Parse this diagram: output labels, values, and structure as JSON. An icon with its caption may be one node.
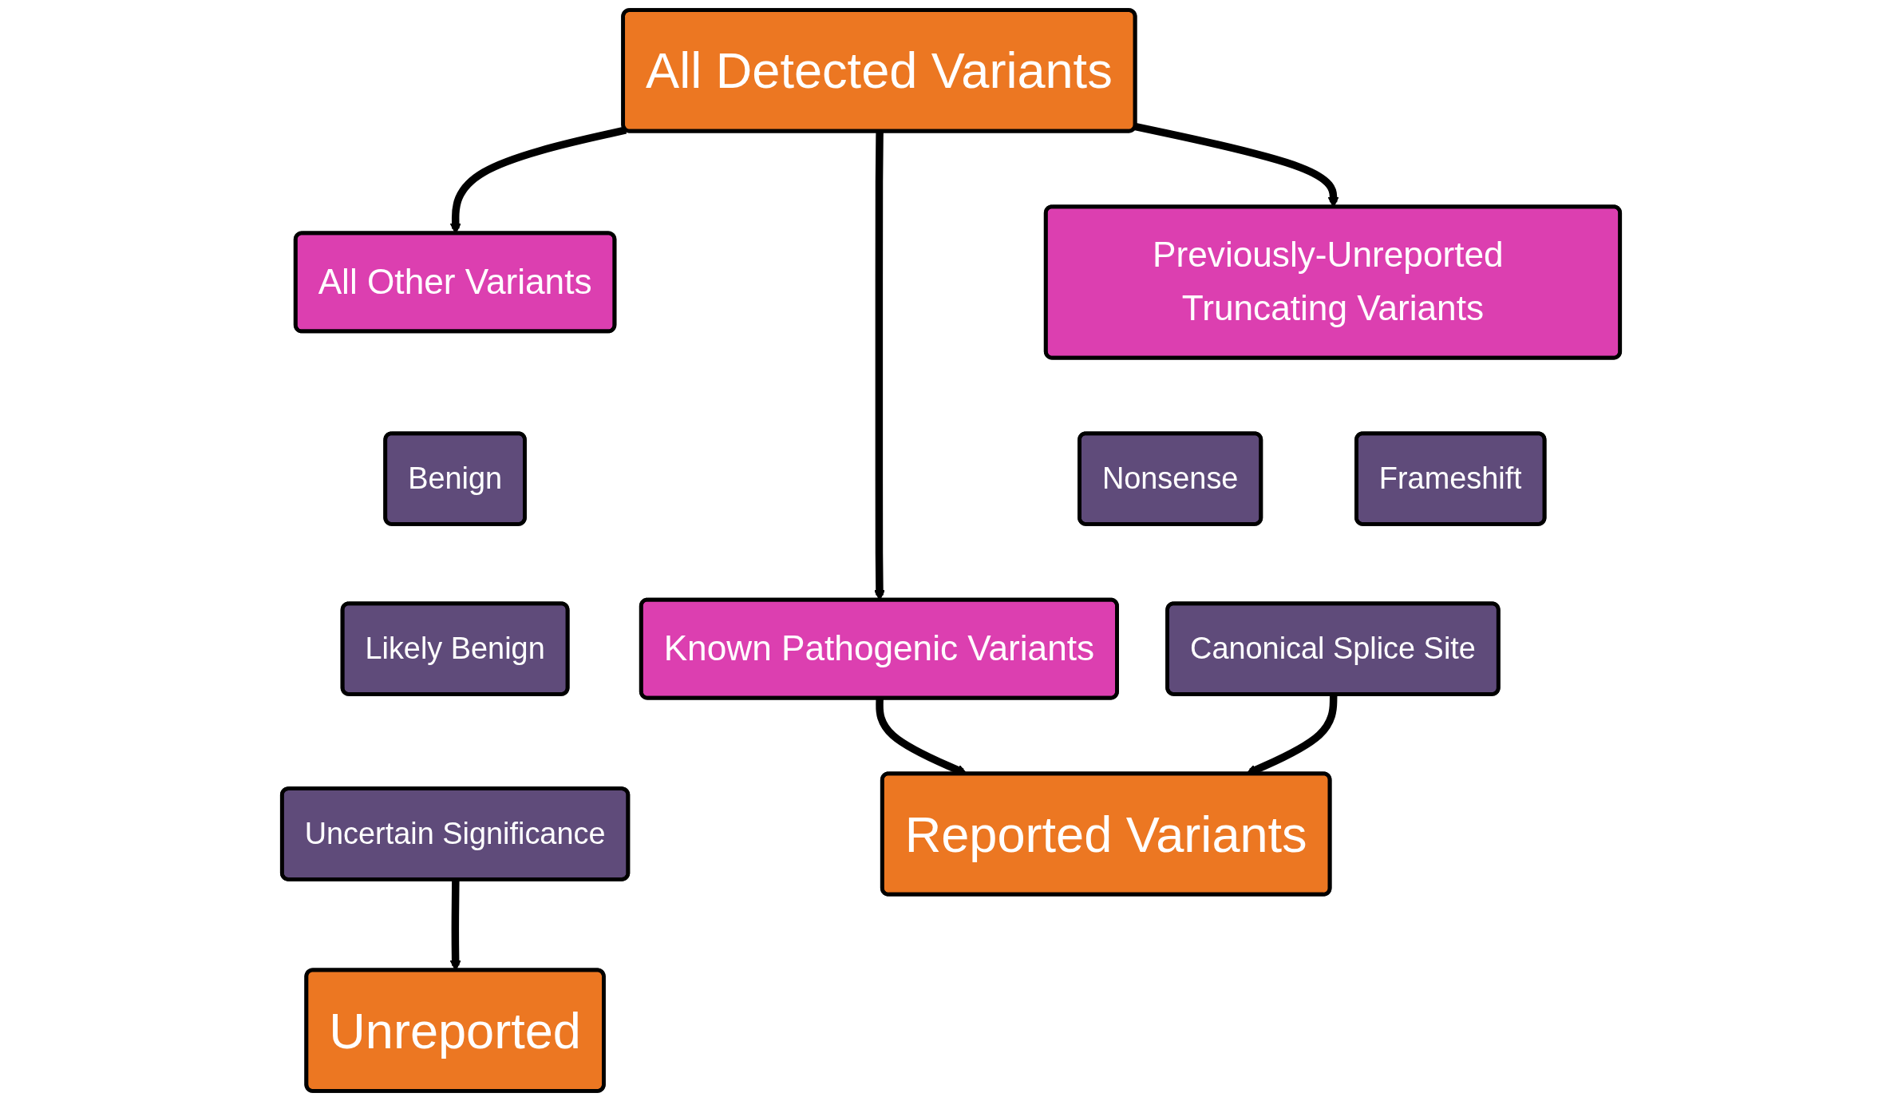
{
  "diagram": {
    "nodes": [
      {
        "text": [
          "All Detected Variants"
        ]
      },
      {
        "text": [
          "Known Pathogenic Variants"
        ]
      },
      {
        "text": [
          "Previously-Unreported Truncating Variants"
        ]
      },
      {
        "text": [
          "Nonsense"
        ]
      },
      {
        "text": [
          "Frameshift"
        ]
      },
      {
        "text": [
          "Canonical Splice Site"
        ]
      },
      {
        "text": [
          "All Other Variants"
        ]
      },
      {
        "text": [
          "Benign"
        ]
      },
      {
        "text": [
          "Likely Benign"
        ]
      },
      {
        "text": [
          "Uncertain Significance"
        ]
      },
      {
        "text": [
          "Reported Variants"
        ]
      },
      {
        "text": [
          "Unreported"
        ]
      }
    ],
    "edges": [
      {
        "from": 0,
        "to": 1,
        "arrow": "to"
      },
      {
        "from": 0,
        "to": 2,
        "arrow": "to"
      },
      {
        "from": 0,
        "to": 6,
        "arrow": "to"
      },
      {
        "from": 1,
        "to": 10,
        "arrow": "to"
      },
      {
        "from": 5,
        "to": 10,
        "arrow": "to"
      },
      {
        "from": 9,
        "to": 11,
        "arrow": "to"
      }
    ]
  }
}
